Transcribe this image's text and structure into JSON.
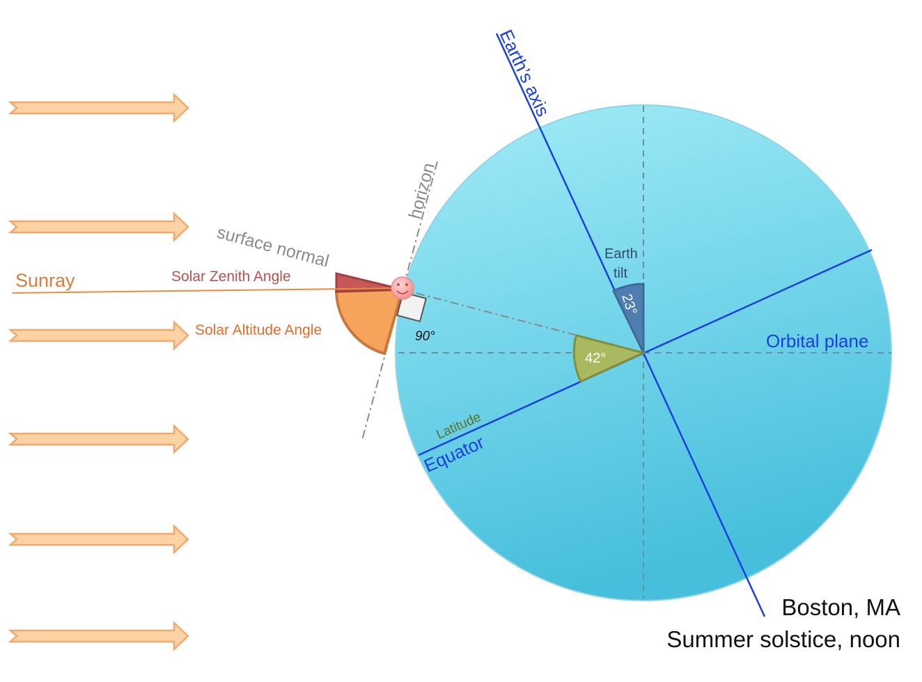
{
  "labels": {
    "earths_axis": "Earth’s axis",
    "orbital_plane": "Orbital plane",
    "equator": "Equator",
    "latitude": "Latitude",
    "horizon": "horizon",
    "surface_normal": "surface normal",
    "sunray": "Sunray",
    "solar_zenith_angle": "Solar Zenith Angle",
    "solar_altitude_angle": "Solar Altitude Angle",
    "earth_tilt_line1": "Earth",
    "earth_tilt_line2": "tilt",
    "tilt_value": "23°",
    "latitude_value": "42°",
    "right_angle": "90°",
    "location": "Boston, MA",
    "season_time": "Summer solstice, noon"
  },
  "colors": {
    "earth_fill_top": "#a3ecf8",
    "earth_fill_bottom": "#47bfdc",
    "axis_line": "#1a3fe0",
    "sunray": "#ef8a3a",
    "sunray_label": "#e07a3a",
    "arrow_fill": "#fdd2a4",
    "arrow_stroke": "#f3a86a",
    "zenith_wedge": "#c85858",
    "altitude_wedge": "#f6a35c",
    "tilt_wedge": "#4f7fb0",
    "latitude_wedge": "#aab860",
    "observer": "#f7a8a8"
  },
  "icons": {
    "observer": "smiley-face-icon",
    "sun_arrows": "right-arrow-icon"
  }
}
